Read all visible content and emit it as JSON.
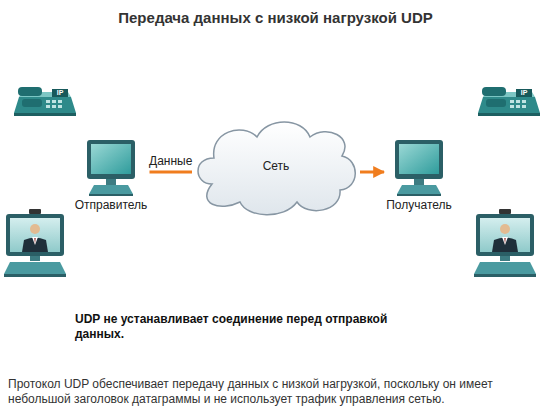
{
  "diagram": {
    "title": "Передача данных с низкой нагрузкой UDP",
    "caption": "Протокол UDP обеспечивает передачу данных с низкой нагрузкой, поскольку он имеет небольшой заголовок датаграммы и не использует трафик управления сетью.",
    "nodes": [
      {
        "text": [
          "Отправитель"
        ]
      },
      {
        "text": [
          "Сеть"
        ]
      },
      {
        "text": [
          "Получатель"
        ]
      }
    ],
    "edges": [
      {
        "from": 0,
        "to": 1,
        "label": "Данные",
        "arrow": "none"
      },
      {
        "from": 1,
        "to": 2,
        "arrow": "to"
      }
    ],
    "labels": [
      "UDP не устанавливает соединение перед отправкой данных.",
      "IP",
      "IP"
    ]
  }
}
